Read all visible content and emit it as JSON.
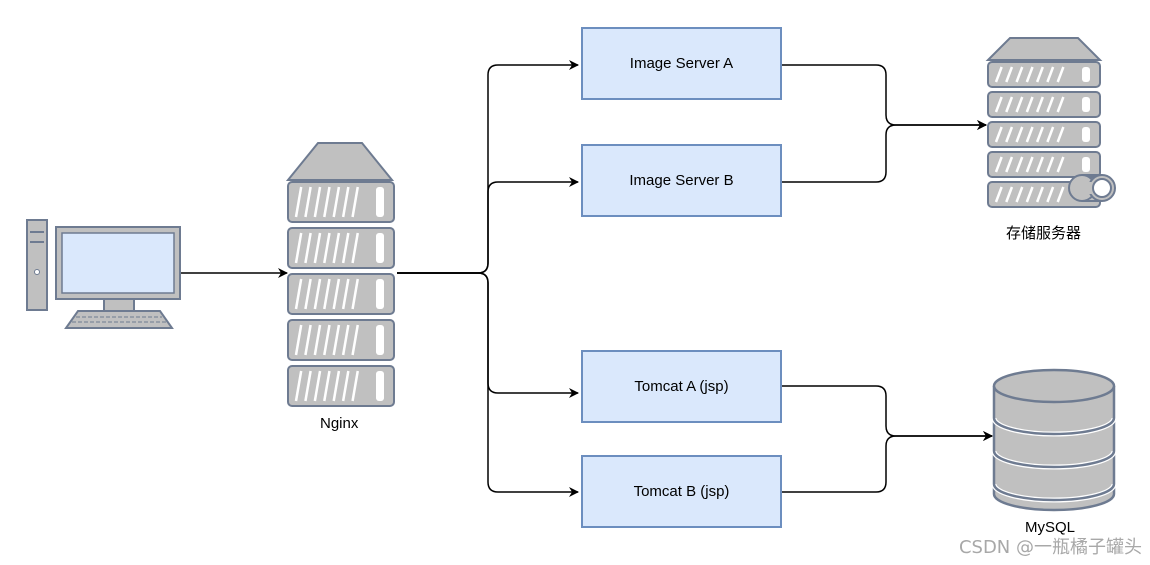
{
  "nodes": {
    "nginx_label": "Nginx",
    "image_server_a": "Image Server A",
    "image_server_b": "Image Server B",
    "tomcat_a": "Tomcat A (jsp)",
    "tomcat_b": "Tomcat B (jsp)",
    "storage_label": "存储服务器",
    "mysql_label": "MySQL"
  },
  "watermark": "CSDN @一瓶橘子罐头",
  "colors": {
    "box_fill": "#dae8fc",
    "box_stroke": "#6c8ebf",
    "server_gray": "#c0c0c0",
    "server_stroke": "#6e7b91",
    "monitor_fill": "#dae8fc",
    "arrow": "#000000"
  },
  "icons": {
    "client": "desktop-computer-icon",
    "nginx": "server-rack-icon",
    "storage": "storage-server-icon",
    "database": "database-cylinder-icon"
  }
}
